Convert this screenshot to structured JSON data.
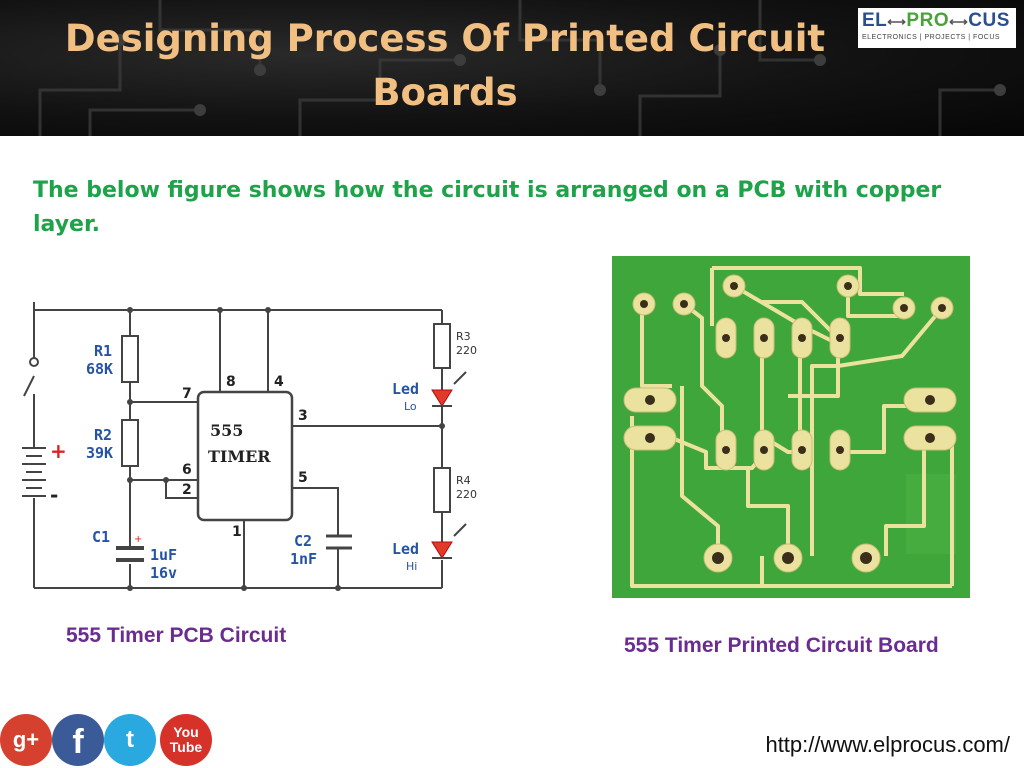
{
  "slide": {
    "title": "Designing Process Of Printed Circuit Boards",
    "intro_text": "The below figure shows how the circuit is arranged on a PCB with copper layer.",
    "url": "http://www.elprocus.com/"
  },
  "logo": {
    "part1": "EL",
    "part2": "PRO",
    "part3": "CUS",
    "tagline": "ELECTRONICS | PROJECTS | FOCUS"
  },
  "schematic": {
    "caption": "555 Timer PCB Circuit",
    "r1_name": "R1",
    "r1_value": "68K",
    "r2_name": "R2",
    "r2_value": "39K",
    "c1_name": "C1",
    "c1_value": "1uF",
    "c1_voltage": "16v",
    "c2_name": "C2",
    "c2_value": "1nF",
    "r3_name": "R3",
    "r3_value": "220",
    "r4_name": "R4",
    "r4_value": "220",
    "led_lo_name": "Led",
    "led_lo_sub": "Lo",
    "led_hi_name": "Led",
    "led_hi_sub": "Hi",
    "ic_line1": "555",
    "ic_line2": "TIMER",
    "pin1": "1",
    "pin2": "2",
    "pin3": "3",
    "pin4": "4",
    "pin5": "5",
    "pin6": "6",
    "pin7": "7",
    "pin8": "8",
    "battery_plus": "+",
    "battery_minus": "-"
  },
  "pcb": {
    "caption": "555 Timer Printed Circuit Board",
    "board_color": "#3fa63b",
    "trace_color": "#ece2a0"
  },
  "social": {
    "google_plus": "g+",
    "facebook": "f",
    "twitter": "t",
    "youtube_line1": "You",
    "youtube_line2": "Tube"
  },
  "colors": {
    "title": "#f2bf82",
    "intro_text": "#1fa34a",
    "captions": "#6a2c91",
    "header_bg": "#0d0d0d"
  }
}
